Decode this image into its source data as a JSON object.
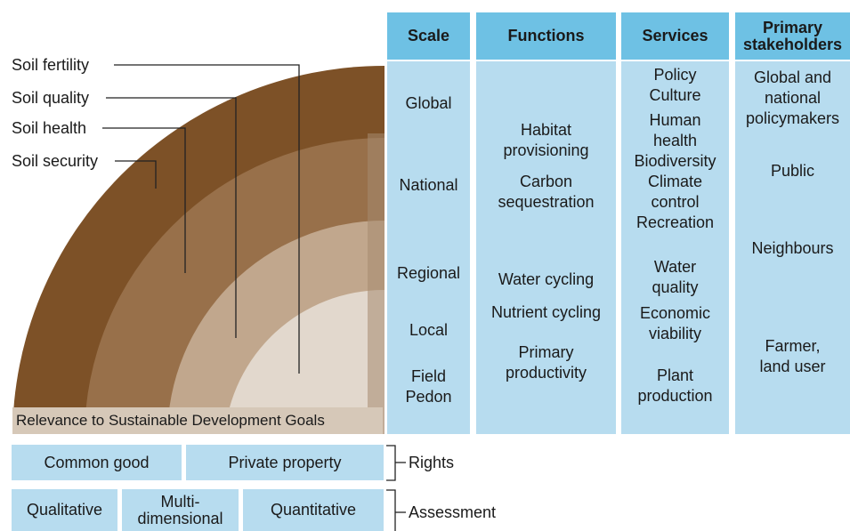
{
  "layers": [
    {
      "label": "Soil fertility",
      "color": "#7d5127"
    },
    {
      "label": "Soil quality",
      "color": "#98704a"
    },
    {
      "label": "Soil health",
      "color": "#c1a78d"
    },
    {
      "label": "Soil security",
      "color": "#e2d8cd"
    }
  ],
  "sdg_banner": "Relevance to Sustainable Development Goals",
  "columns": {
    "scale": {
      "header": "Scale",
      "items": [
        "Global",
        "National",
        "Regional",
        "Local",
        "Field\nPedon"
      ]
    },
    "functions": {
      "header": "Functions",
      "items": [
        "Habitat\nprovisioning",
        "Carbon\nsequestration",
        "Water cycling",
        "Nutrient cycling",
        "Primary\nproductivity"
      ]
    },
    "services": {
      "header": "Services",
      "items": [
        "Policy\nCulture",
        "Human\nhealth\nBiodiversity\nClimate\ncontrol\nRecreation",
        "Water\nquality",
        "Economic\nviability",
        "Plant\nproduction"
      ]
    },
    "stakeholders": {
      "header": "Primary\nstakeholders",
      "items": [
        "Global and\nnational\npolicymakers",
        "Public",
        "Neighbours",
        "Farmer,\nland user"
      ]
    }
  },
  "rights": {
    "label": "Rights",
    "items": [
      "Common good",
      "Private property"
    ]
  },
  "assessment": {
    "label": "Assessment",
    "items": [
      "Qualitative",
      "Multi-\ndimensional",
      "Quantitative"
    ]
  },
  "colors": {
    "header_blue": "#6ec1e4",
    "body_blue": "#b7dcef",
    "soil_dark": "#7d5127",
    "soil_mid": "#98704a",
    "soil_light": "#c1a78d",
    "soil_pale": "#e2d8cd"
  }
}
